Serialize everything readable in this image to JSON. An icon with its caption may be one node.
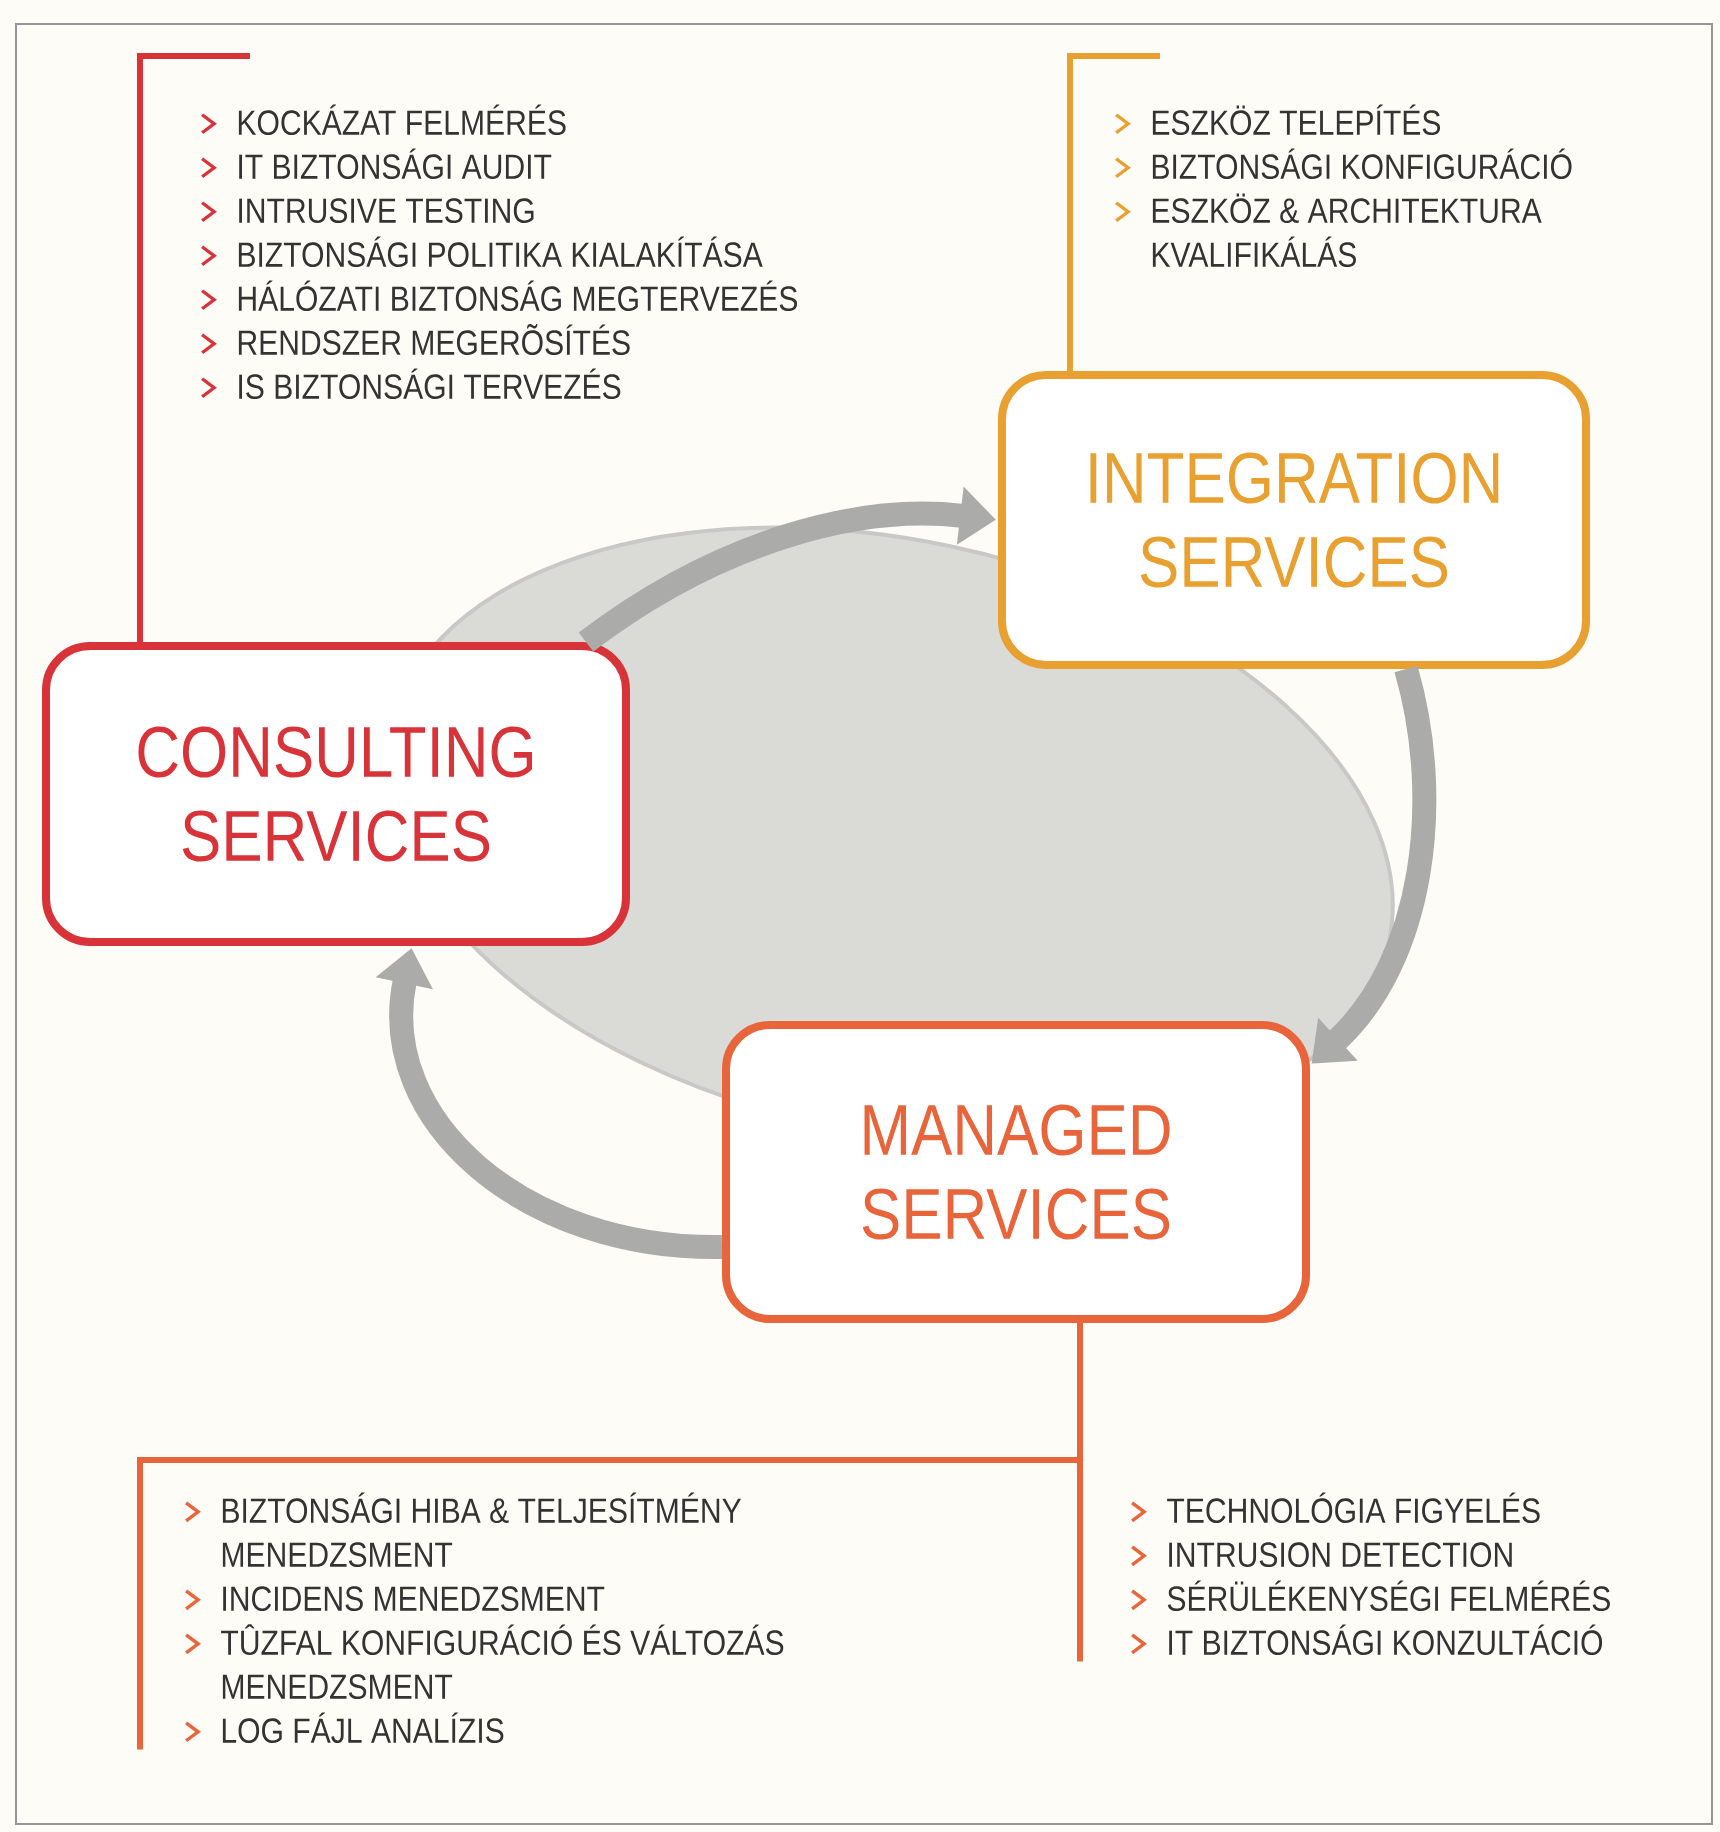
{
  "diagram": {
    "nodes": [
      {
        "text": [
          "CONSULTING SERVICES"
        ]
      },
      {
        "text": [
          "INTEGRATION SERVICES"
        ]
      },
      {
        "text": [
          "MANAGED SERVICES"
        ]
      },
      {
        "text": [
          "KOCKÁZAT FELMÉRÉS",
          "IT BIZTONSÁGI AUDIT",
          "INTRUSIVE TESTING",
          "BIZTONSÁGI POLITIKA KIALAKÍTÁSA",
          "HÁLÓZATI BIZTONSÁG MEGTERVEZÉS",
          "RENDSZER MEGERÕSÍTÉS",
          "IS BIZTONSÁGI TERVEZÉS"
        ]
      },
      {
        "text": [
          "ESZKÖZ TELEPÍTÉS",
          "BIZTONSÁGI KONFIGURÁCIÓ",
          "ESZKÖZ & ARCHITEKTURA KVALIFIKÁLÁS"
        ]
      },
      {
        "text": [
          "BIZTONSÁGI HIBA & TELJESÍTMÉNY MENEDZSMENT",
          "INCIDENS MENEDZSMENT",
          "TÛZFAL KONFIGURÁCIÓ ÉS VÁLTOZÁS MENEDZSMENT",
          "LOG FÁJL ANALÍZIS"
        ]
      },
      {
        "text": [
          "TECHNOLÓGIA FIGYELÉS",
          "INTRUSION DETECTION",
          "SÉRÜLÉKENYSÉGI FELMÉRÉS",
          "IT BIZTONSÁGI KONZULTÁCIÓ"
        ]
      }
    ],
    "edges": [
      {
        "from": 0,
        "to": 1,
        "arrow": "to",
        "style": "thick",
        "color": "#ababa9"
      },
      {
        "from": 1,
        "to": 2,
        "arrow": "to",
        "style": "thick",
        "color": "#ababa9"
      },
      {
        "from": 2,
        "to": 0,
        "arrow": "to",
        "style": "thick",
        "color": "#ababa9"
      },
      {
        "from": 0,
        "to": 3,
        "arrow": "none",
        "color": "#d9333a"
      },
      {
        "from": 1,
        "to": 4,
        "arrow": "none",
        "color": "#e8a030"
      },
      {
        "from": 2,
        "to": 5,
        "arrow": "none",
        "color": "#e8643a"
      },
      {
        "from": 2,
        "to": 6,
        "arrow": "none",
        "color": "#e8643a"
      }
    ]
  }
}
